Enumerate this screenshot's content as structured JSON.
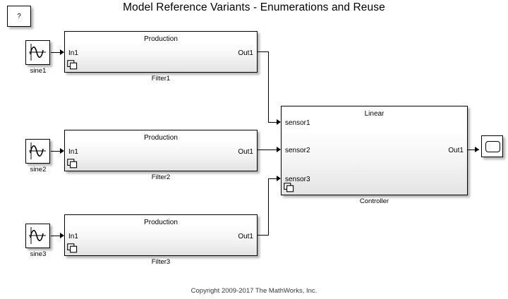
{
  "canvas": {
    "title": "Model Reference Variants - Enumerations and Reuse",
    "copyright": "Copyright 2009-2017 The MathWorks, Inc.",
    "background": "#ffffff",
    "line_color": "#000000"
  },
  "help_block": {
    "label": "?",
    "name": "help-block"
  },
  "sources": [
    {
      "label": "sine1",
      "icon": "sine-wave-icon"
    },
    {
      "label": "sine2",
      "icon": "sine-wave-icon"
    },
    {
      "label": "sine3",
      "icon": "sine-wave-icon"
    }
  ],
  "filters": [
    {
      "variant_label": "Production",
      "caption": "Filter1",
      "inports": [
        "In1"
      ],
      "outports": [
        "Out1"
      ],
      "badge": "variant-model-icon"
    },
    {
      "variant_label": "Production",
      "caption": "Filter2",
      "inports": [
        "In1"
      ],
      "outports": [
        "Out1"
      ],
      "badge": "variant-model-icon"
    },
    {
      "variant_label": "Production",
      "caption": "Filter3",
      "inports": [
        "In1"
      ],
      "outports": [
        "Out1"
      ],
      "badge": "variant-model-icon"
    }
  ],
  "controller": {
    "variant_label": "Linear",
    "caption": "Controller",
    "inports": [
      "sensor1",
      "sensor2",
      "sensor3"
    ],
    "outports": [
      "Out1"
    ],
    "badge": "variant-model-icon"
  },
  "scope": {
    "name": "scope-block",
    "icon": "scope-icon"
  }
}
